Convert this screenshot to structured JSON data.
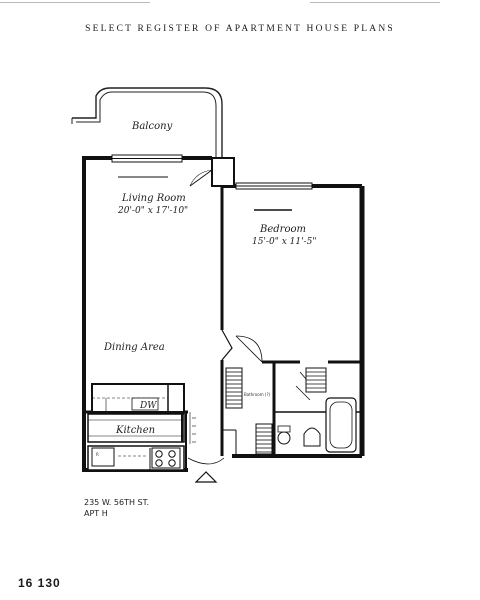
{
  "header": {
    "title": "SELECT REGISTER OF APARTMENT HOUSE PLANS"
  },
  "rooms": {
    "balcony": "Balcony",
    "living_room": {
      "name": "Living Room",
      "dims": "20'-0\" x 17'-10\""
    },
    "bedroom": {
      "name": "Bedroom",
      "dims": "15'-0\" x 11'-5\""
    },
    "dining_area": "Dining Area",
    "kitchen": "Kitchen",
    "dishwasher": "DW",
    "refrigerator": "R",
    "closet_note": "Bathroom (?)"
  },
  "address": {
    "line1": "235 W. 56TH ST.",
    "line2": "APT H"
  },
  "page_number": "16 130"
}
